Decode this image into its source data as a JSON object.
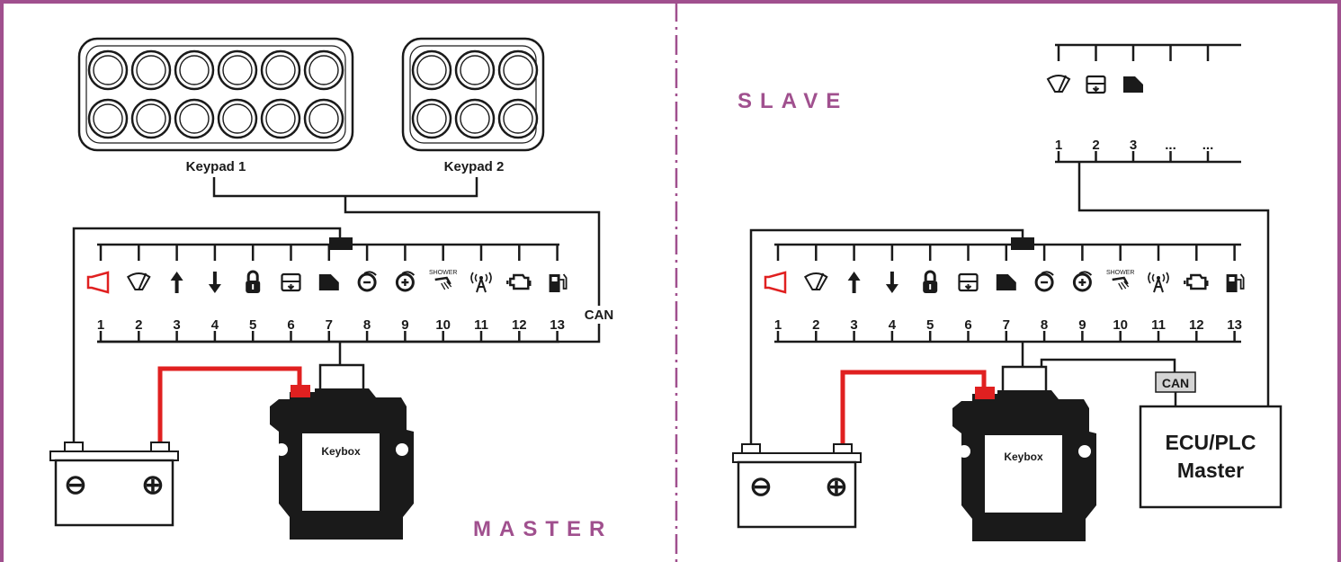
{
  "colors": {
    "frame": "#a0508e",
    "mode_label": "#a0508e",
    "power_wire": "#e02020",
    "ink": "#1a1a1a"
  },
  "master": {
    "mode_label": "MASTER",
    "keypad1_label": "Keypad 1",
    "keypad2_label": "Keypad 2",
    "can_label": "CAN",
    "keybox_label": "Keybox",
    "battery_minus": "⊖",
    "battery_plus": "⊕",
    "outputs": [
      "1",
      "2",
      "3",
      "4",
      "5",
      "6",
      "7",
      "8",
      "9",
      "10",
      "11",
      "12",
      "13"
    ],
    "output_icons": [
      "horn-icon",
      "wiper-icon",
      "arrow-up-icon",
      "arrow-down-icon",
      "lock-icon",
      "window-icon",
      "hood-icon",
      "defog-minus-icon",
      "defog-plus-icon",
      "shower-icon",
      "antenna-icon",
      "engine-icon",
      "fuel-icon"
    ],
    "shower_text": "SHOWER"
  },
  "slave": {
    "mode_label": "SLAVE",
    "can_label": "CAN",
    "keybox_label": "Keybox",
    "ecu_line1": "ECU/PLC",
    "ecu_line2": "Master",
    "outputs": [
      "1",
      "2",
      "3",
      "4",
      "5",
      "6",
      "7",
      "8",
      "9",
      "10",
      "11",
      "12",
      "13"
    ],
    "shower_text": "SHOWER",
    "external_outputs": [
      "1",
      "2",
      "3",
      "...",
      "..."
    ]
  }
}
